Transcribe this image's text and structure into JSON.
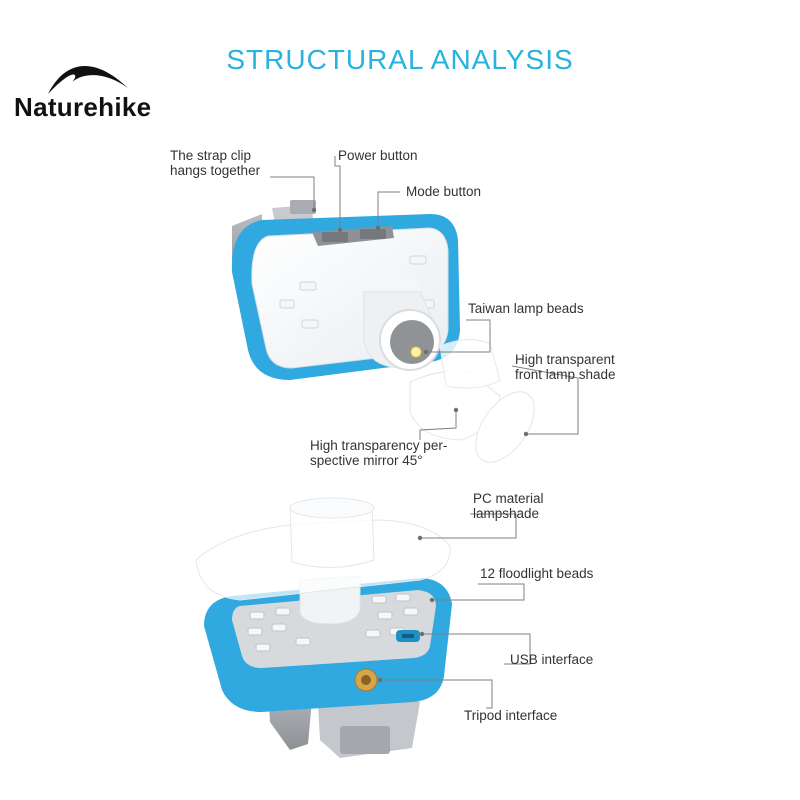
{
  "header": {
    "title": "STRUCTURAL ANALYSIS",
    "brand": "Naturehike"
  },
  "colors": {
    "title": "#27b3dd",
    "body_blue": "#2fa9e0",
    "text": "#333333"
  },
  "top_callouts": {
    "strap_clip": [
      "The strap clip",
      "hangs together"
    ],
    "power_button": "Power button",
    "mode_button": "Mode button",
    "lamp_beads": "Taiwan lamp beads",
    "front_shade": [
      "High transparent",
      "front lamp shade"
    ],
    "mirror": [
      "High transparency per-",
      "spective mirror 45°"
    ]
  },
  "bottom_callouts": {
    "pc_lampshade": [
      "PC material",
      "lampshade"
    ],
    "floodlight": "12 floodlight beads",
    "usb": "USB interface",
    "tripod": "Tripod interface"
  }
}
